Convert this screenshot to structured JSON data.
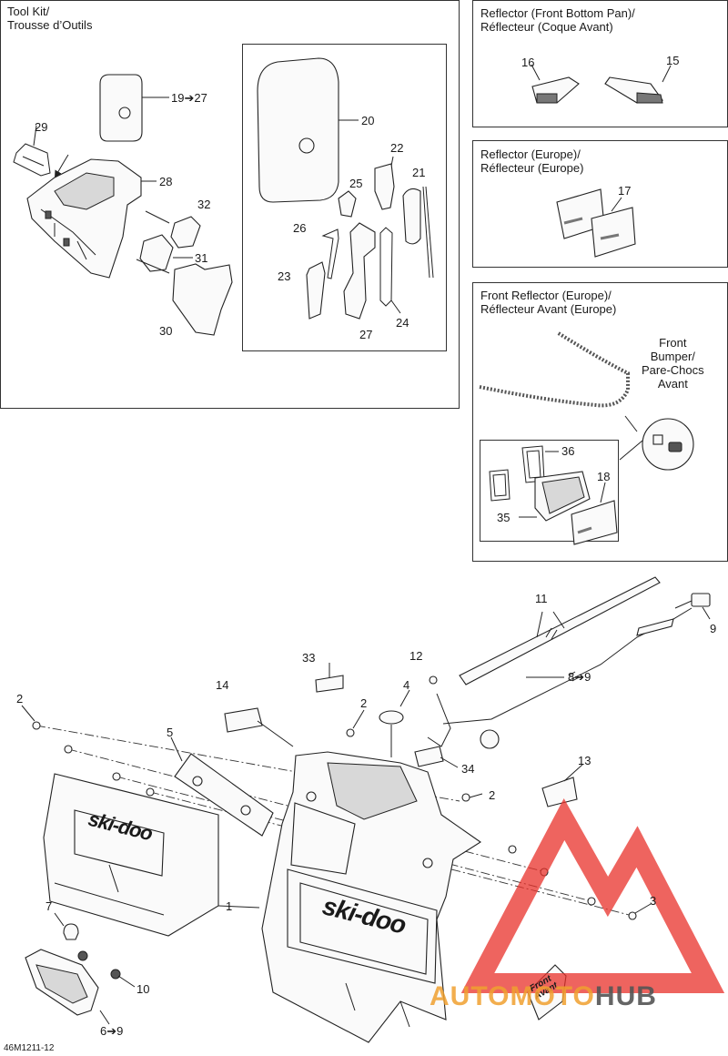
{
  "panels": {
    "tool_kit": {
      "title": "Tool Kit/\nTrousse d’Outils"
    },
    "reflector_front_bottom": {
      "title": "Reflector (Front Bottom Pan)/\nRéflecteur (Coque Avant)"
    },
    "reflector_europe": {
      "title": "Reflector (Europe)/\nRéflecteur (Europe)"
    },
    "front_reflector_europe": {
      "title": "Front Reflector (Europe)/\nRéflecteur Avant (Europe)"
    },
    "front_bumper_label": "Front\nBumper/\nPare-Chocs\nAvant"
  },
  "callouts": {
    "c19_27": "19➔27",
    "c20": "20",
    "c21": "21",
    "c22": "22",
    "c23": "23",
    "c24": "24",
    "c25": "25",
    "c26": "26",
    "c27": "27",
    "c28": "28",
    "c29": "29",
    "c30": "30",
    "c31": "31",
    "c32": "32",
    "c15": "15",
    "c16": "16",
    "c17": "17",
    "c18": "18",
    "c35": "35",
    "c36": "36",
    "c1": "1",
    "c2a": "2",
    "c2b": "2",
    "c2c": "2",
    "c3": "3",
    "c4": "4",
    "c5": "5",
    "c6_9": "6➔9",
    "c7": "7",
    "c8_9": "8➔9",
    "c9": "9",
    "c10": "10",
    "c11": "11",
    "c12": "12",
    "c13": "13",
    "c14": "14",
    "c33": "33",
    "c34": "34"
  },
  "logo_text": "ski-doo",
  "front_tag": "Front\nAvant",
  "diagram_code": "46M1211-12",
  "watermark": {
    "part1": "AUTO",
    "part2": "MOTO",
    "part3": "HUB"
  },
  "colors": {
    "watermark_red": "#e8302a",
    "watermark_orange": "#f0a030",
    "watermark_gray": "#555555"
  }
}
